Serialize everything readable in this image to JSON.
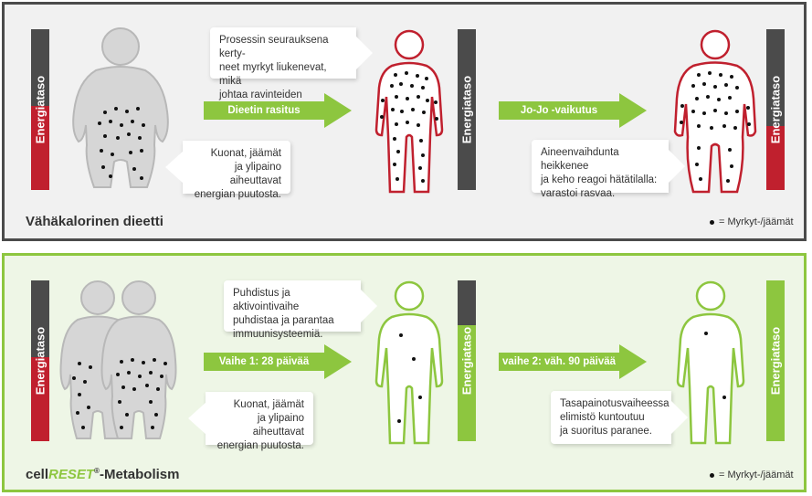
{
  "panels": [
    {
      "id": "low-calorie",
      "title": "Vähäkalorinen dieetti",
      "legend": "= Myrkyt-/jäämät",
      "bars": [
        {
          "label": "Energiataso",
          "level": 0.52,
          "fill_color": "#c0202e"
        },
        {
          "label": "Energiataso",
          "level": 0.0,
          "fill_color": "#c0202e"
        },
        {
          "label": "Energiataso",
          "level": 0.4,
          "fill_color": "#c0202e"
        }
      ],
      "arrows": [
        {
          "label": "Dieetin rasitus"
        },
        {
          "label": "Jo-Jo -vaikutus"
        }
      ],
      "bubbles": [
        {
          "text": "Prosessin seurauksena kerty-\nneet myrkyt liukenevat, mikä\njohtaa ravinteiden puutokseen."
        },
        {
          "text": "Kuonat, jäämät\nja ylipaino aiheuttavat\nenergian puutosta."
        },
        {
          "text": "Aineenvaihdunta heikkenee\nja keho reagoi hätätilalla:\nvarastoi rasvaa."
        }
      ]
    },
    {
      "id": "cellreset",
      "title_prefix": "cell",
      "title_brand": "RESET",
      "title_mark": "®",
      "title_suffix": "-Metabolism",
      "legend": "= Myrkyt-/jäämät",
      "bars": [
        {
          "label": "Energiataso",
          "level": 0.52,
          "fill_color": "#c0202e"
        },
        {
          "label": "Energiataso",
          "level": 0.72,
          "fill_color": "#8dc63f"
        },
        {
          "label": "Energiataso",
          "level": 1.0,
          "fill_color": "#8dc63f"
        }
      ],
      "arrows": [
        {
          "label": "Vaihe 1: 28 päivää"
        },
        {
          "label": "vaihe 2: väh. 90 päivää"
        }
      ],
      "bubbles": [
        {
          "text": "Puhdistus ja aktivointivaihe\npuhdistaa ja parantaa\nimmuunisysteemiä."
        },
        {
          "text": "Kuonat, jäämät\nja ylipaino aiheuttavat\nenergian puutosta."
        },
        {
          "text": "Tasapainotusvaiheessa\nelimistö kuntoutuu\nja suoritus paranee."
        }
      ]
    }
  ],
  "colors": {
    "bar_empty": "#4b4b4b",
    "red": "#c0202e",
    "green": "#8dc63f",
    "body_fill": "#d6d6d6",
    "body_stroke": "#b8b8b8"
  }
}
